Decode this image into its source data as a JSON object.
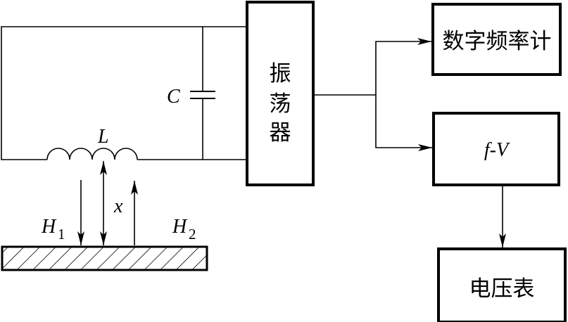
{
  "diagram": {
    "type": "block-diagram",
    "description": "Eddy-current inductive sensor with LC oscillator, frequency counter and f-V converter",
    "components": {
      "capacitor": {
        "label": "C"
      },
      "inductor": {
        "label": "L"
      },
      "distance": {
        "label": "x"
      },
      "field_1": {
        "label": "H",
        "subscript": "1"
      },
      "field_2": {
        "label": "H",
        "subscript": "2"
      },
      "oscillator": {
        "label_chars": [
          "振",
          "荡",
          "器"
        ],
        "label": "振荡器"
      },
      "frequency_counter": {
        "label": "数字频率计"
      },
      "fv_converter": {
        "label_f": "f",
        "label_dash": "-",
        "label_v": "V",
        "label": "f-V"
      },
      "voltmeter": {
        "label": "电压表"
      },
      "metal_plate": {
        "label": ""
      }
    },
    "connections": [
      {
        "from": "LC tank",
        "to": "oscillator"
      },
      {
        "from": "oscillator",
        "to": "frequency_counter"
      },
      {
        "from": "oscillator",
        "to": "fv_converter"
      },
      {
        "from": "fv_converter",
        "to": "voltmeter"
      }
    ]
  }
}
